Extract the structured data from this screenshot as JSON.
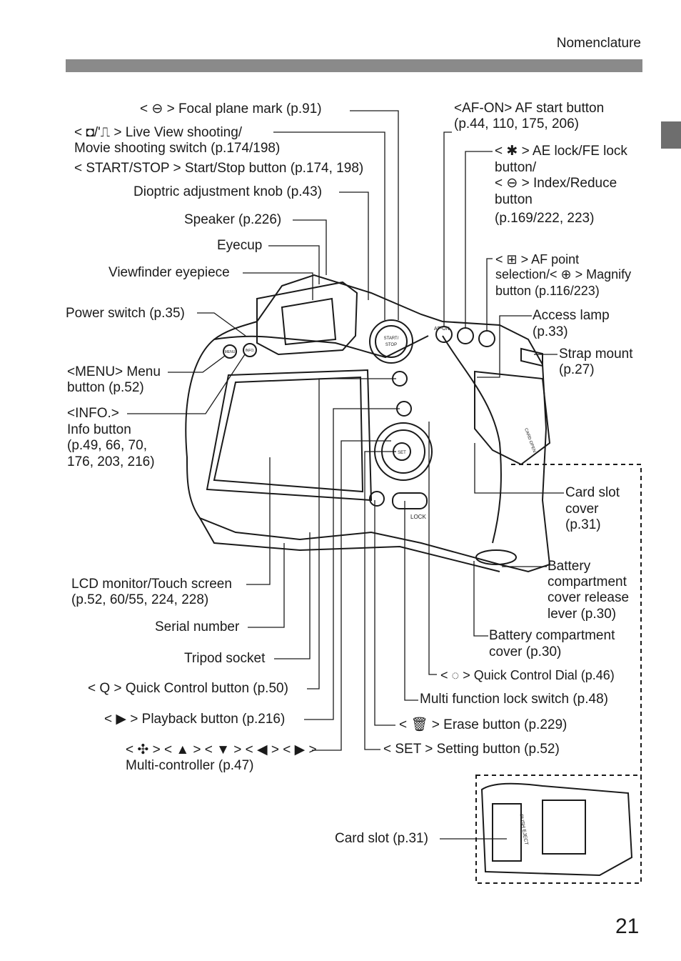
{
  "header": {
    "section_title": "Nomenclature"
  },
  "page_number": "21",
  "labels": {
    "focal_plane": "< ⊖ > Focal plane mark (p.91)",
    "live_view_1": "< ◘/'⎍ > Live View shooting/",
    "live_view_2": "Movie shooting switch (p.174/198)",
    "start_stop": "< START/STOP > Start/Stop button (p.174, 198)",
    "dioptric": "Dioptric adjustment knob (p.43)",
    "speaker": "Speaker (p.226)",
    "eyecup": "Eyecup",
    "viewfinder": "Viewfinder eyepiece",
    "power": "Power switch (p.35)",
    "menu_1": "<MENU> Menu",
    "menu_2": "button (p.52)",
    "info_1": "<INFO.>",
    "info_2": "Info button",
    "info_3": "(p.49, 66, 70,",
    "info_4": "176, 203, 216)",
    "lcd_1": "LCD monitor/Touch screen",
    "lcd_2": "(p.52, 60/55, 224, 228)",
    "serial": "Serial number",
    "tripod": "Tripod socket",
    "quick_control": "< Q > Quick Control button (p.50)",
    "playback": "< ▶ > Playback button (p.216)",
    "multi_ctrl_1": "< ✣ > < ▲ > < ▼ > < ◀ > < ▶ >",
    "multi_ctrl_2": "Multi-controller (p.47)",
    "af_on_1": "<AF-ON> AF start button",
    "af_on_2": "(p.44, 110, 175, 206)",
    "ae_lock_1": "< ✱ > AE lock/FE lock",
    "ae_lock_2": "button/",
    "ae_lock_3": "< ⊖ > Index/Reduce",
    "ae_lock_4": "button",
    "ae_lock_5": "(p.169/222, 223)",
    "af_point_1": "< ⊞ > AF point",
    "af_point_2": "selection/< ⊕ > Magnify",
    "af_point_3": "button (p.116/223)",
    "access_1": "Access lamp",
    "access_2": "(p.33)",
    "strap_1": "Strap mount",
    "strap_2": "(p.27)",
    "card_cover_1": "Card slot",
    "card_cover_2": "cover",
    "card_cover_3": "(p.31)",
    "battery_release_1": "Battery",
    "battery_release_2": "compartment",
    "battery_release_3": "cover release",
    "battery_release_4": "lever (p.30)",
    "battery_cover_1": "Battery compartment",
    "battery_cover_2": "cover (p.30)",
    "quick_dial": "< ◌ > Quick Control Dial (p.46)",
    "multi_lock": "Multi function lock switch (p.48)",
    "erase": "< 🗑 > Erase button (p.229)",
    "setting": "< SET > Setting button (p.52)",
    "card_slot": "Card slot (p.31)"
  },
  "camera_marks": {
    "start_stop_line1": "START/",
    "start_stop_line2": "STOP",
    "af_on": "AF-ON",
    "lock": "LOCK",
    "set": "SET",
    "menu_btn": "MENU",
    "info_btn": "INFO.",
    "card_open": "CARD OPEN",
    "push_eject": "PUSH EJECT"
  }
}
